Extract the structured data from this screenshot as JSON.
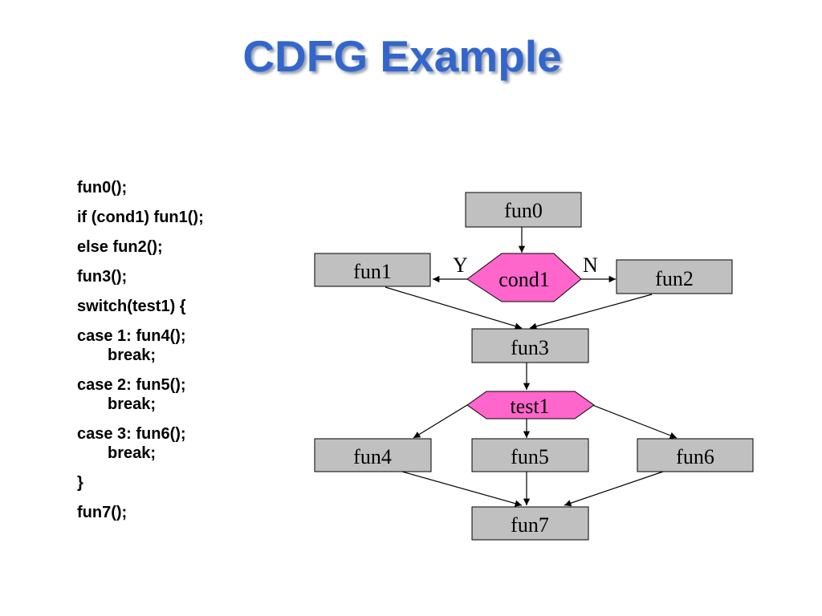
{
  "title": "CDFG Example",
  "code": {
    "lines": [
      "fun0();",
      "if (cond1) fun1();",
      "else fun2();",
      "fun3();",
      "switch(test1) {",
      "case 1: fun4();",
      "break;",
      "case 2: fun5();",
      "break;",
      "case 3: fun6();",
      "break;",
      "}",
      "fun7();"
    ]
  },
  "diagram": {
    "nodes": {
      "fun0": "fun0",
      "cond1": "cond1",
      "fun1": "fun1",
      "fun2": "fun2",
      "fun3": "fun3",
      "test1": "test1",
      "fun4": "fun4",
      "fun5": "fun5",
      "fun6": "fun6",
      "fun7": "fun7"
    },
    "edge_labels": {
      "yes": "Y",
      "no": "N"
    },
    "colors": {
      "box_fill": "#C0C0C0",
      "decision_fill": "#FF66CC",
      "stroke": "#000000"
    }
  }
}
